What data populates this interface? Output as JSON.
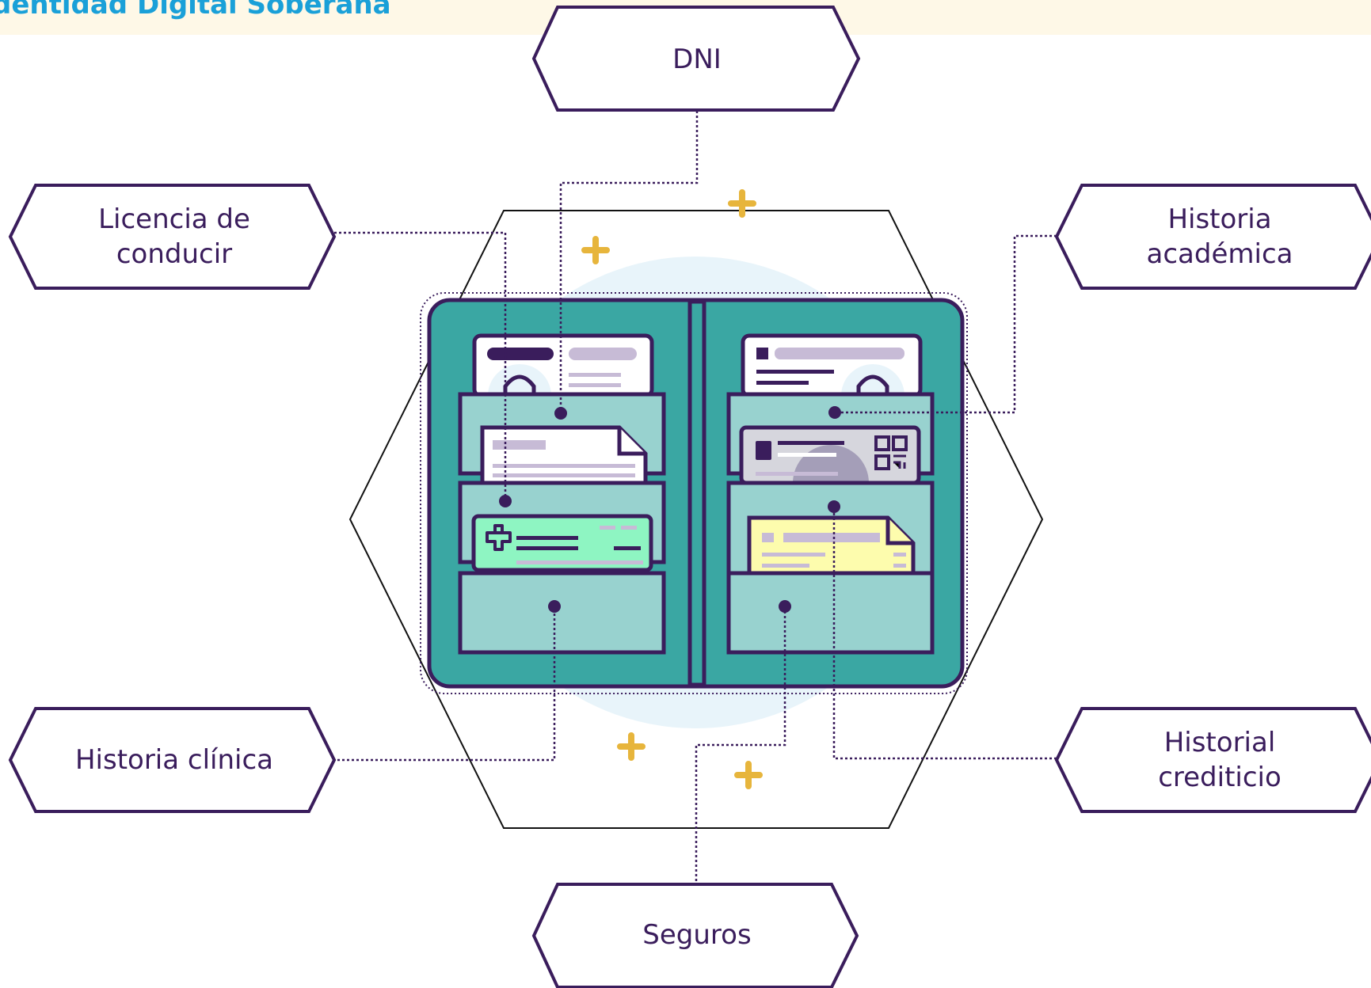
{
  "header": {
    "title": "dentidad Digital Soberana"
  },
  "nodes": {
    "dni": "DNI",
    "licencia": "Licencia de conducir",
    "historia_academica": "Historia académica",
    "historia_clinica": "Historia clínica",
    "historial_crediticio": "Historial crediticio",
    "seguros": "Seguros"
  },
  "colors": {
    "outline": "#3a1d5c",
    "wallet": "#3aa7a3",
    "pocket": "#98d2cf",
    "accent_plus": "#e7b53c",
    "title": "#1aa0d8",
    "banner": "#fef8e7"
  }
}
